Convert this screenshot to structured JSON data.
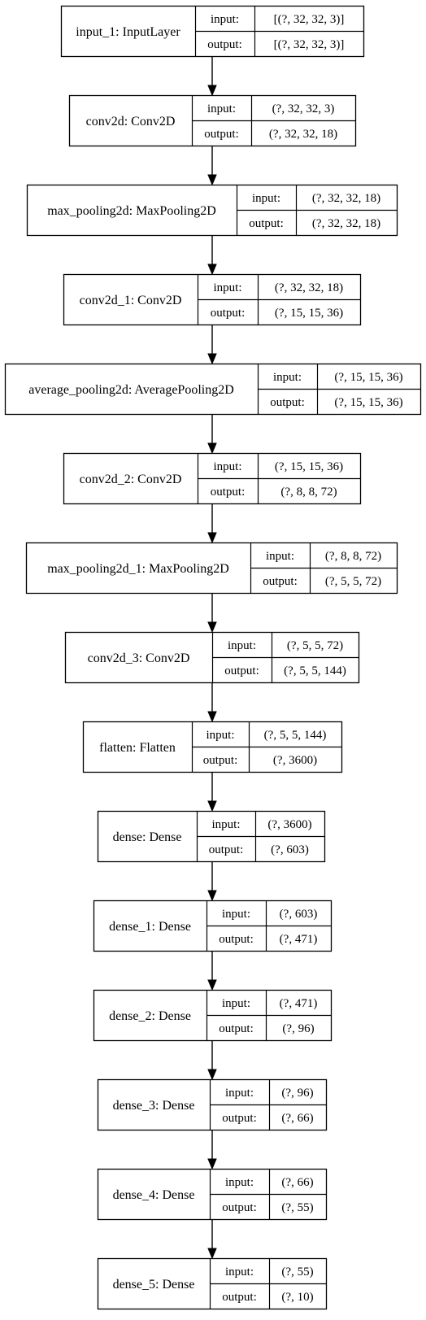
{
  "colors": {
    "stroke": "#000000",
    "background": "#ffffff",
    "text": "#000000"
  },
  "labels": {
    "input": "input:",
    "output": "output:"
  },
  "layers": [
    {
      "name": "input_1: InputLayer",
      "input": "[(?, 32, 32, 3)]",
      "output": "[(?, 32, 32, 3)]"
    },
    {
      "name": "conv2d: Conv2D",
      "input": "(?, 32, 32, 3)",
      "output": "(?, 32, 32, 18)"
    },
    {
      "name": "max_pooling2d: MaxPooling2D",
      "input": "(?, 32, 32, 18)",
      "output": "(?, 32, 32, 18)"
    },
    {
      "name": "conv2d_1: Conv2D",
      "input": "(?, 32, 32, 18)",
      "output": "(?, 15, 15, 36)"
    },
    {
      "name": "average_pooling2d: AveragePooling2D",
      "input": "(?, 15, 15, 36)",
      "output": "(?, 15, 15, 36)"
    },
    {
      "name": "conv2d_2: Conv2D",
      "input": "(?, 15, 15, 36)",
      "output": "(?, 8, 8, 72)"
    },
    {
      "name": "max_pooling2d_1: MaxPooling2D",
      "input": "(?, 8, 8, 72)",
      "output": "(?, 5, 5, 72)"
    },
    {
      "name": "conv2d_3: Conv2D",
      "input": "(?, 5, 5, 72)",
      "output": "(?, 5, 5, 144)"
    },
    {
      "name": "flatten: Flatten",
      "input": "(?, 5, 5, 144)",
      "output": "(?, 3600)"
    },
    {
      "name": "dense: Dense",
      "input": "(?, 3600)",
      "output": "(?, 603)"
    },
    {
      "name": "dense_1: Dense",
      "input": "(?, 603)",
      "output": "(?, 471)"
    },
    {
      "name": "dense_2: Dense",
      "input": "(?, 471)",
      "output": "(?, 96)"
    },
    {
      "name": "dense_3: Dense",
      "input": "(?, 96)",
      "output": "(?, 66)"
    },
    {
      "name": "dense_4: Dense",
      "input": "(?, 66)",
      "output": "(?, 55)"
    },
    {
      "name": "dense_5: Dense",
      "input": "(?, 55)",
      "output": "(?, 10)"
    }
  ]
}
